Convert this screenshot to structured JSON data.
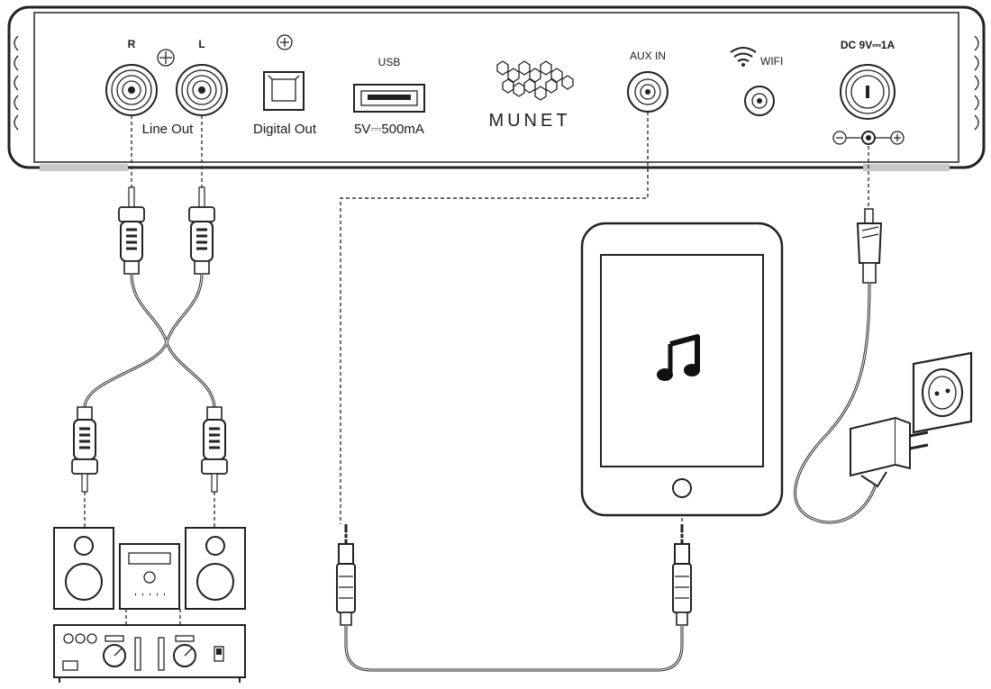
{
  "device": {
    "brand": "MUNET",
    "ports": {
      "line_out_r": "R",
      "line_out_l": "L",
      "line_out": "Line Out",
      "digital_out": "Digital Out",
      "usb": "USB",
      "usb_rating": "5V⎓500mA",
      "aux_in": "AUX IN",
      "wifi": "WIFI",
      "dc_in": "DC 9V⎓1A"
    }
  },
  "colors": {
    "line": "#222222",
    "panel_fill": "#ffffff",
    "foot": "#c8c8c8"
  },
  "icons": {
    "tablet_content": "music-note-icon",
    "wifi": "wifi-icon",
    "ground": "ground-icon",
    "polarity": "dc-polarity-icon"
  }
}
